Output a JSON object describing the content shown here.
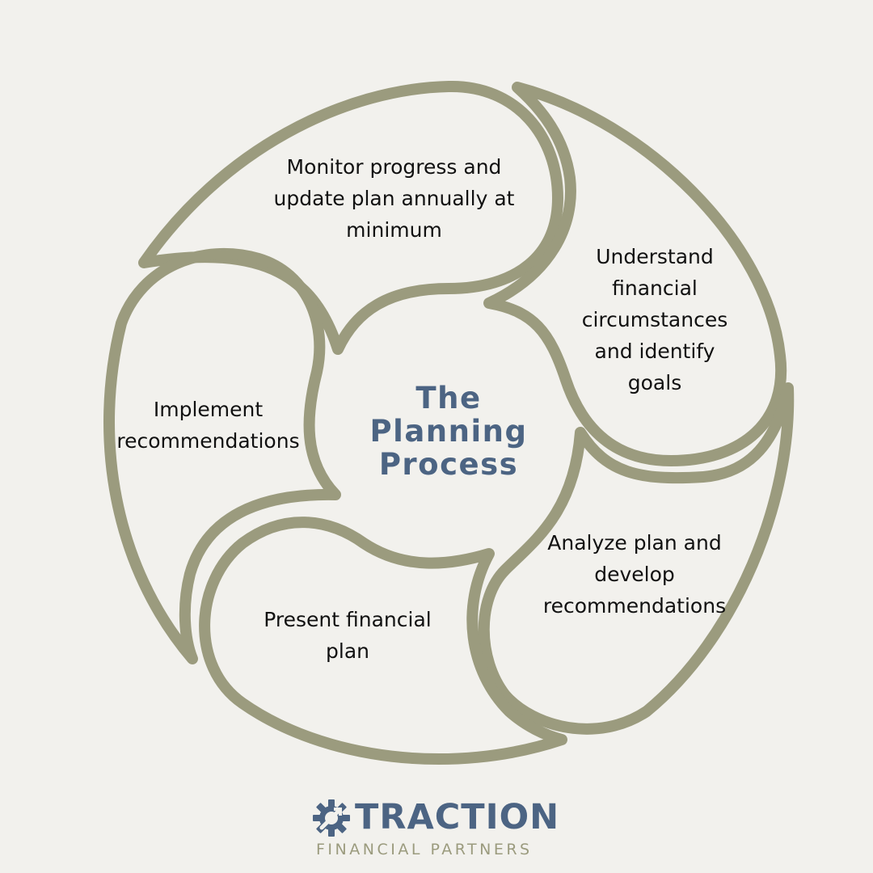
{
  "center": {
    "line1": "The",
    "line2": "Planning",
    "line3": "Process"
  },
  "steps": [
    {
      "name": "understand",
      "lines": [
        "Understand",
        "financial",
        "circumstances",
        "and identify",
        "goals"
      ]
    },
    {
      "name": "analyze",
      "lines": [
        "Analyze plan and",
        "develop",
        "recommendations"
      ]
    },
    {
      "name": "present",
      "lines": [
        "Present financial",
        "plan"
      ]
    },
    {
      "name": "implement",
      "lines": [
        "Implement",
        "recommendations"
      ]
    },
    {
      "name": "monitor",
      "lines": [
        "Monitor progress and",
        "update plan annually at",
        "minimum"
      ]
    }
  ],
  "logo": {
    "icon": "gear-icon",
    "wordmark": "TRACTION",
    "subtitle": "FINANCIAL PARTNERS"
  },
  "colors": {
    "background": "#f2f1ed",
    "outline": "#9b9b7e",
    "title": "#4c6483",
    "text": "#111111"
  }
}
